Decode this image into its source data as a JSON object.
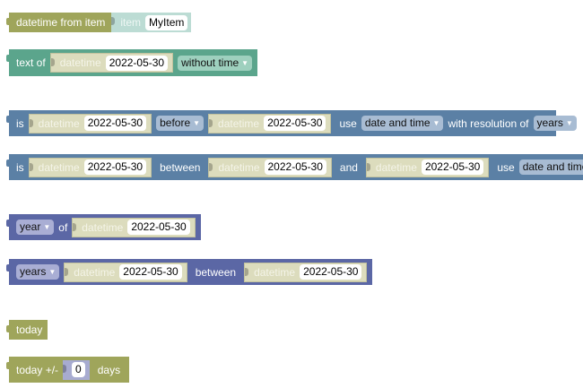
{
  "blocks": {
    "datetime_from_item": {
      "label": "datetime from item",
      "item_label": "item",
      "item_value": "MyItem"
    },
    "text_of": {
      "label": "text of",
      "dt_label": "datetime",
      "dt_value": "2022-05-30",
      "format": "without time"
    },
    "is_before": {
      "is": "is",
      "dt1_label": "datetime",
      "dt1_value": "2022-05-30",
      "comparison": "before",
      "dt2_label": "datetime",
      "dt2_value": "2022-05-30",
      "use": "use",
      "mode": "date and time",
      "resolution_label": "with resolution of",
      "resolution": "years"
    },
    "is_between": {
      "is": "is",
      "dt1_label": "datetime",
      "dt1_value": "2022-05-30",
      "between": "between",
      "dt2_label": "datetime",
      "dt2_value": "2022-05-30",
      "and": "and",
      "dt3_label": "datetime",
      "dt3_value": "2022-05-30",
      "use": "use",
      "mode": "date and time"
    },
    "year_of": {
      "unit": "year",
      "of": "of",
      "dt_label": "datetime",
      "dt_value": "2022-05-30"
    },
    "years_between": {
      "unit": "years",
      "dt1_label": "datetime",
      "dt1_value": "2022-05-30",
      "between": "between",
      "dt2_label": "datetime",
      "dt2_value": "2022-05-30"
    },
    "today": {
      "label": "today"
    },
    "today_offset": {
      "label": "today +/-",
      "value": "0",
      "days": "days"
    }
  },
  "colors": {
    "olive": "#9fa55b",
    "teal": "#5ba58c",
    "blue": "#5b80a5",
    "purple": "#5b67a5"
  },
  "icons": {
    "dropdown": "caret-down-icon"
  }
}
